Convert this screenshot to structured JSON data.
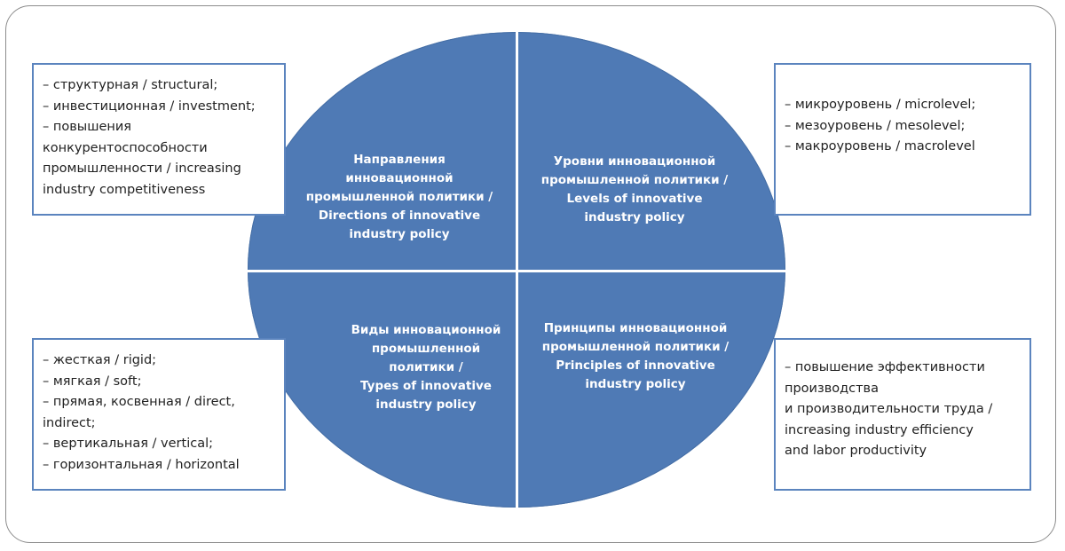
{
  "quadrants": {
    "top_left": "Направления\nинновационной\nпромышленной политики /\nDirections of innovative\nindustry policy",
    "top_right": "Уровни инновационной\nпромышленной политики /\nLevels of innovative\nindustry policy",
    "bottom_left": "Виды инновационной\nпромышленной\nполитики /\nTypes of innovative\nindustry policy",
    "bottom_right": "Принципы инновационной\nпромышленной политики /\nPrinciples of innovative\nindustry policy"
  },
  "boxes": {
    "top_left": [
      "– структурная / structural;",
      "– инвестиционная / investment;",
      "– повышения\nконкурентоспособности\nпромышленности / increasing\nindustry competitiveness"
    ],
    "top_right": [
      "– микроуровень / microlevel;",
      "– мезоуровень / mesolevel;",
      "– макроуровень / macrolevel"
    ],
    "bottom_left": [
      "– жесткая / rigid;",
      "– мягкая / soft;",
      "– прямая, косвенная / direct,\nindirect;",
      "– вертикальная / vertical;",
      "– горизонтальная / horizontal"
    ],
    "bottom_right": [
      "– повышение эффективности\nпроизводства\nи производительности труда /\nincreasing industry efficiency\nand labor productivity"
    ]
  },
  "colors": {
    "ellipse_fill": "#4f7ab5",
    "box_border": "#5b84be",
    "frame_border": "#8c8c8c"
  }
}
